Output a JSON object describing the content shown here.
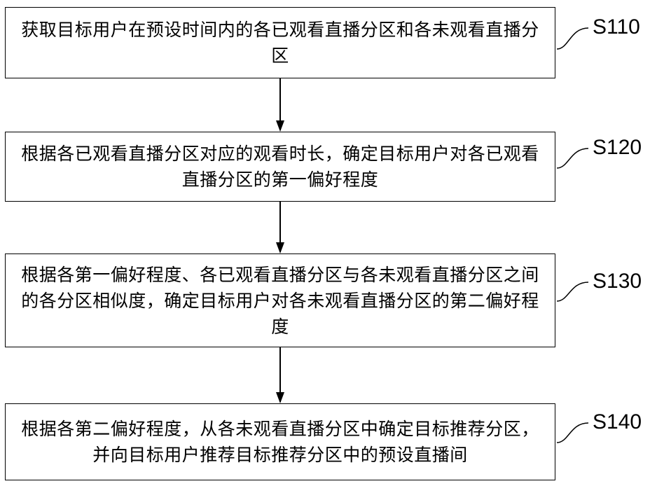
{
  "steps": [
    {
      "id": "S110",
      "text": "获取目标用户在预设时间内的各已观看直播分区和各未观看直播分区"
    },
    {
      "id": "S120",
      "text": "根据各已观看直播分区对应的观看时长，确定目标用户对各已观看直播分区的第一偏好程度"
    },
    {
      "id": "S130",
      "text": "根据各第一偏好程度、各已观看直播分区与各未观看直播分区之间的各分区相似度，确定目标用户对各未观看直播分区的第二偏好程度"
    },
    {
      "id": "S140",
      "text": "根据各第二偏好程度，从各未观看直播分区中确定目标推荐分区，并向目标用户推荐目标推荐分区中的预设直播间"
    }
  ]
}
